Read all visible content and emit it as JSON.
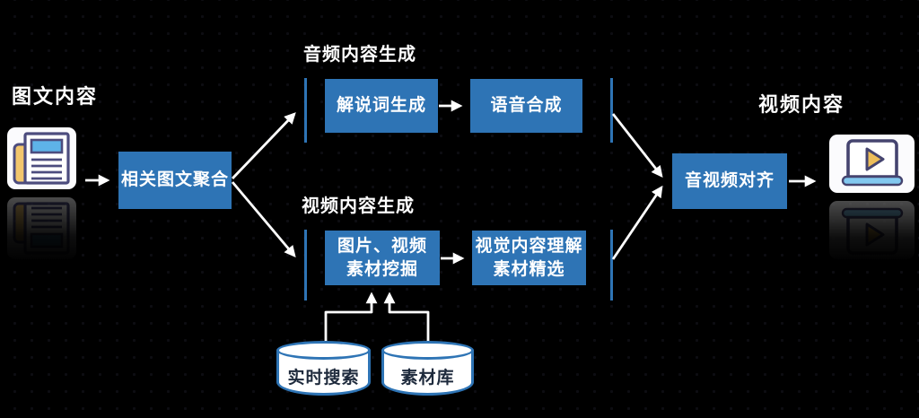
{
  "diagram": {
    "titles": {
      "input": "图文内容",
      "output": "视频内容",
      "audio_group": "音频内容生成",
      "video_group": "视频内容生成"
    },
    "nodes": {
      "aggregate": {
        "label": "相关图文聚合"
      },
      "narration": {
        "label": "解说词生成"
      },
      "speech": {
        "label": "语音合成"
      },
      "mining": {
        "line1": "图片、视频",
        "line2": "素材挖掘"
      },
      "visual": {
        "line1": "视觉内容理解",
        "line2": "素材精选"
      },
      "align": {
        "label": "音视频对齐"
      }
    },
    "datastores": {
      "realtime": {
        "label": "实时搜索"
      },
      "library": {
        "label": "素材库"
      }
    },
    "icons": {
      "input": "newspaper-document-icon",
      "output": "laptop-play-video-icon",
      "datastore": "database-cylinder"
    },
    "colors": {
      "background": "#000000",
      "node_blue": "#2E74B5",
      "bracket_blue": "#2E74B5",
      "arrow": "#FFFFFF",
      "node_text": "#FFFFFF",
      "cylinder_fill": "#FFFFFF",
      "cylinder_border": "#2E74B5",
      "cylinder_text": "#1E2A3C"
    }
  }
}
